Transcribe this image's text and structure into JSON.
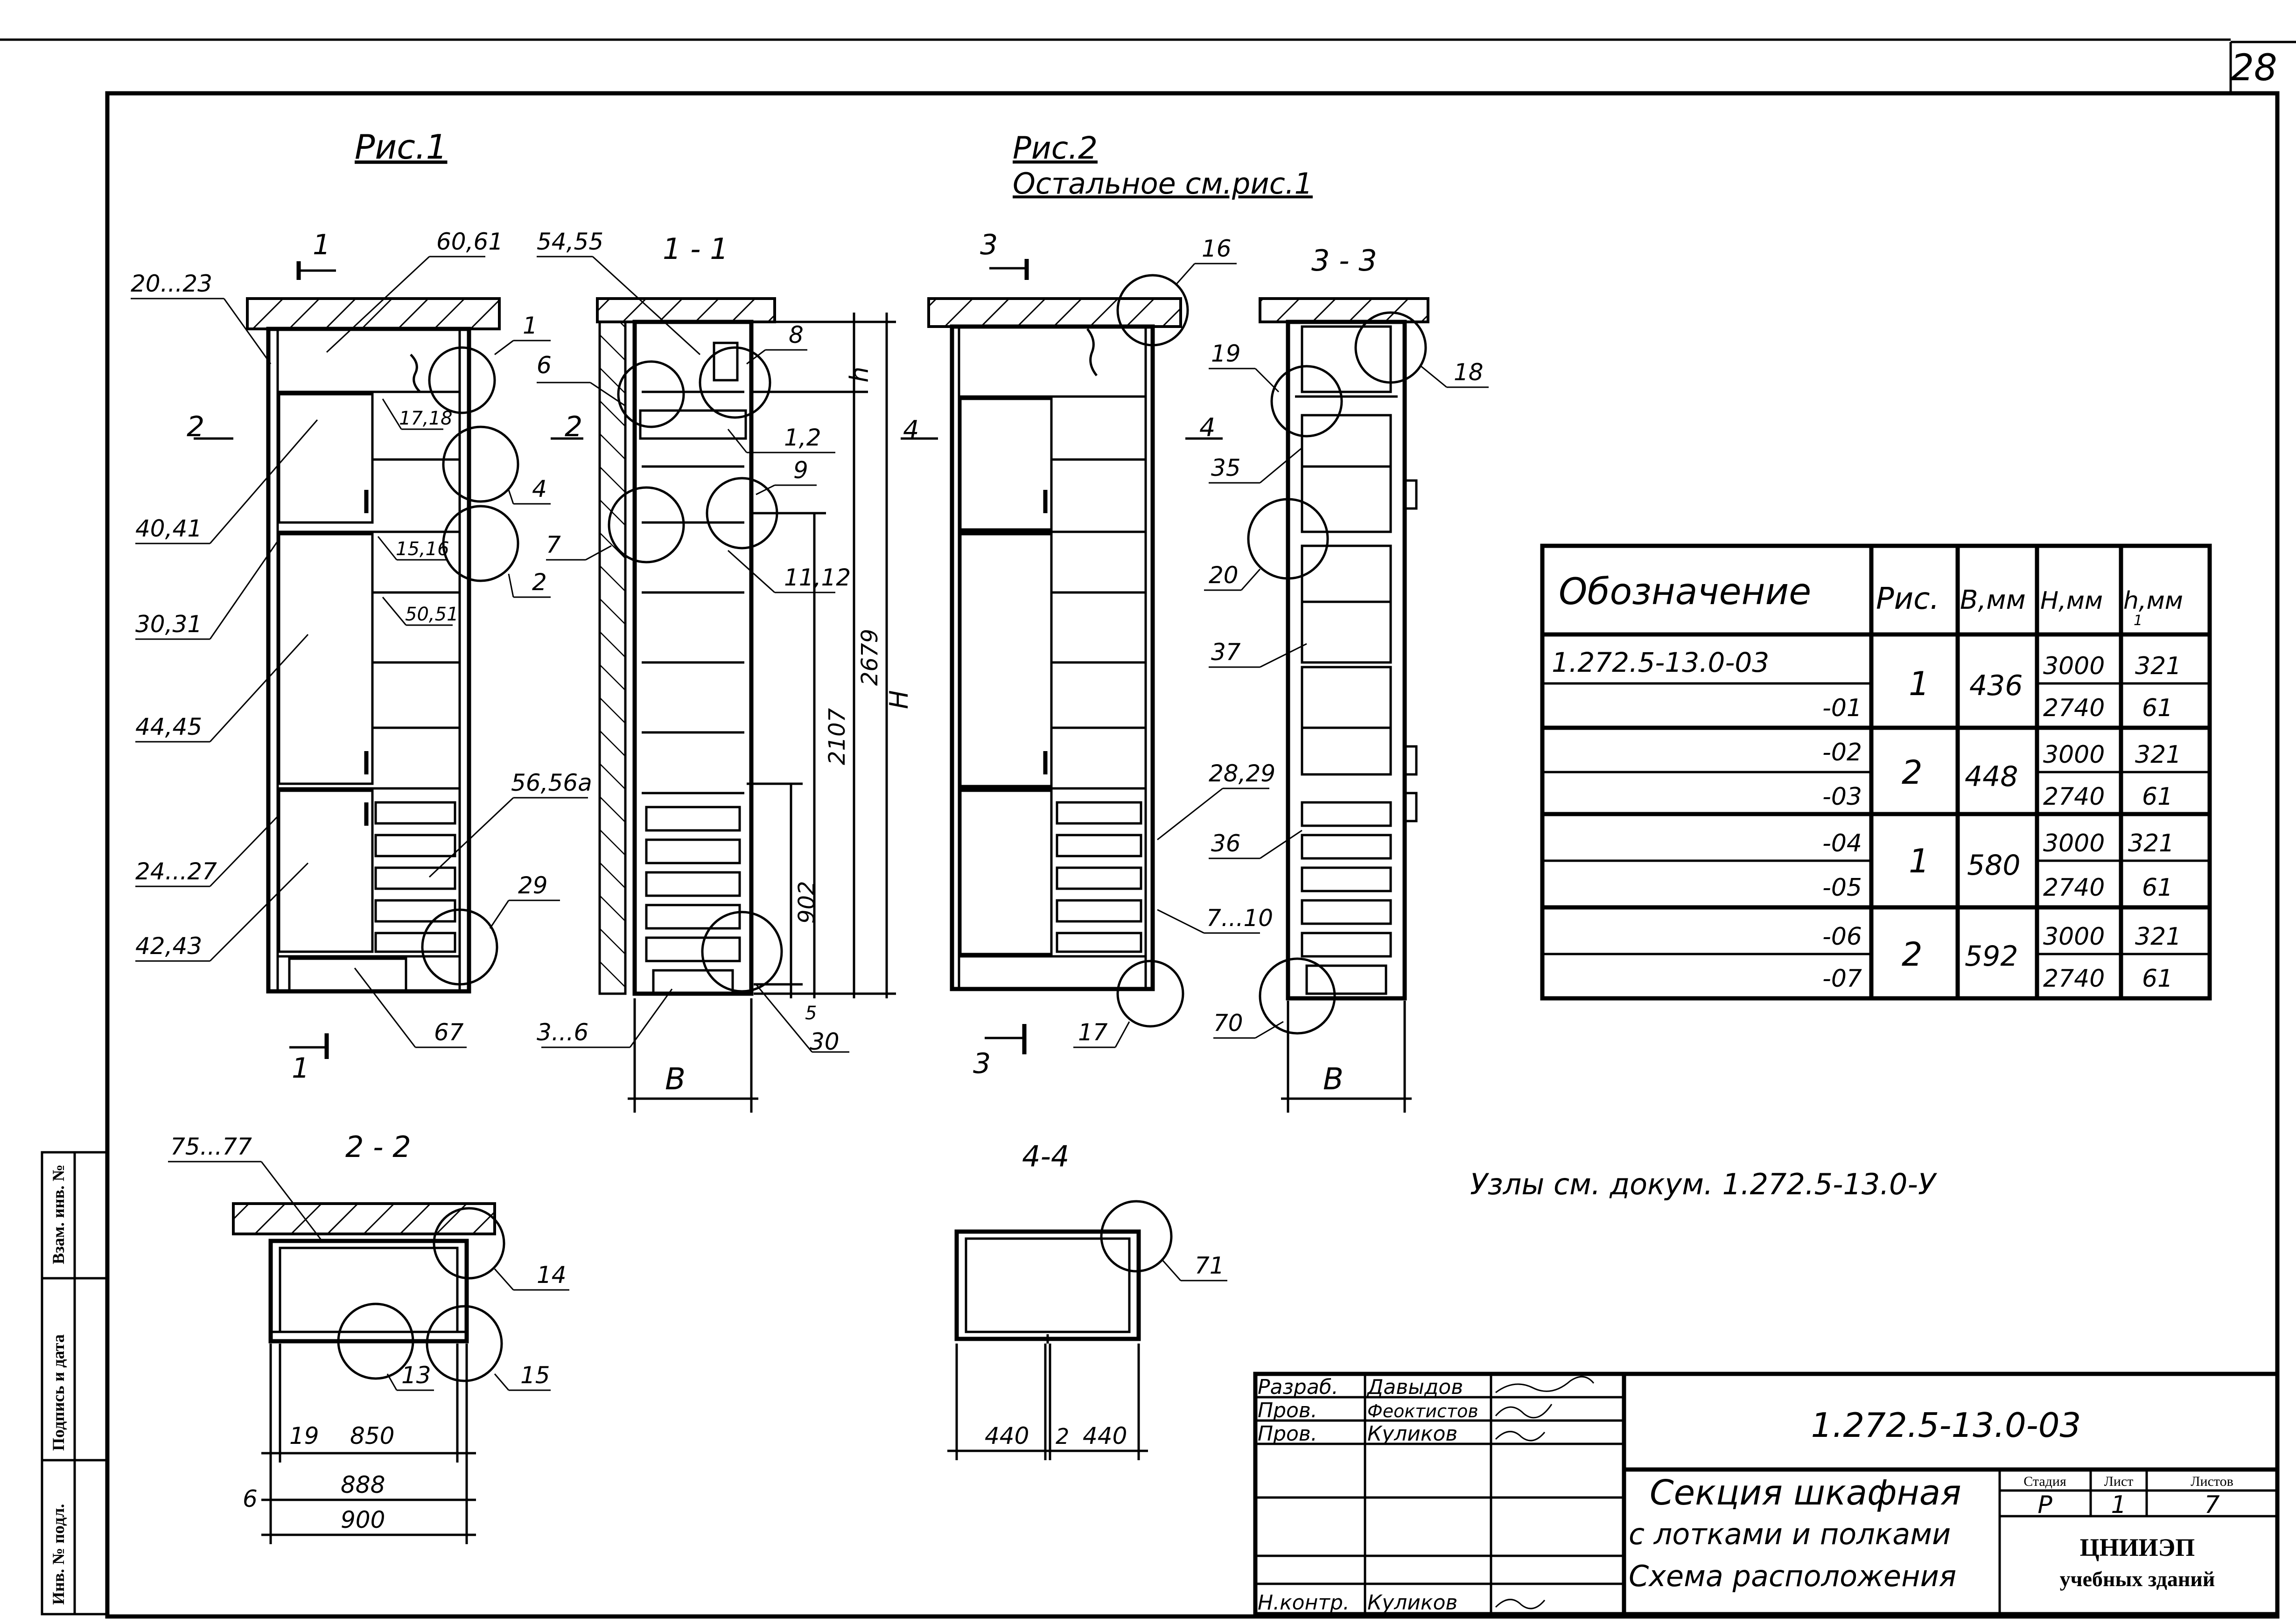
{
  "sheet_number": "28",
  "fig1": {
    "title": "Рис.1",
    "section_labels": [
      "1",
      "1",
      "2",
      "2"
    ],
    "callouts": [
      "60,61",
      "20...23",
      "1",
      "6",
      "4",
      "2",
      "17,18",
      "15,16",
      "50,51",
      "40,41",
      "30,31",
      "44,45",
      "24...27",
      "42,43",
      "56,56а",
      "29",
      "67"
    ]
  },
  "fig2": {
    "title": "Рис.2",
    "subtitle": "Остальное см.рис.1",
    "section_labels": [
      "3",
      "3",
      "4",
      "4"
    ],
    "callouts": [
      "16",
      "17"
    ]
  },
  "section_1_1": {
    "title": "1 - 1",
    "callouts": [
      "54,55",
      "8",
      "6",
      "1,2",
      "9",
      "7",
      "11,12",
      "3...6",
      "30"
    ],
    "dims": [
      "2679",
      "2107",
      "902",
      "H",
      "h",
      "5",
      "B"
    ]
  },
  "section_3_3": {
    "title": "3 - 3",
    "callouts": [
      "18",
      "19",
      "35",
      "20",
      "37",
      "28,29",
      "36",
      "7...10",
      "70"
    ],
    "dims": [
      "B"
    ]
  },
  "section_2_2": {
    "title": "2 - 2",
    "callouts": [
      "75...77",
      "14",
      "13",
      "15"
    ],
    "dims": [
      "19",
      "850",
      "6",
      "888",
      "900"
    ]
  },
  "section_4_4": {
    "title": "4-4",
    "callouts": [
      "71"
    ],
    "dims": [
      "440",
      "2",
      "440"
    ]
  },
  "table": {
    "headers": [
      "Обозначение",
      "Рис.",
      "В,мм",
      "Н,мм",
      "h,мм"
    ],
    "subscript": "1",
    "rows": [
      {
        "code": "1.272.5-13.0-03",
        "H": "3000",
        "h": "321"
      },
      {
        "code": "-01",
        "H": "2740",
        "h": "61"
      },
      {
        "code": "-02",
        "H": "3000",
        "h": "321"
      },
      {
        "code": "-03",
        "H": "2740",
        "h": "61"
      },
      {
        "code": "-04",
        "H": "3000",
        "h": "321"
      },
      {
        "code": "-05",
        "H": "2740",
        "h": "61"
      },
      {
        "code": "-06",
        "H": "3000",
        "h": "321"
      },
      {
        "code": "-07",
        "H": "2740",
        "h": "61"
      }
    ],
    "groups": [
      {
        "fig": "1",
        "B": "436"
      },
      {
        "fig": "2",
        "B": "448"
      },
      {
        "fig": "1",
        "B": "580"
      },
      {
        "fig": "2",
        "B": "592"
      }
    ]
  },
  "nodes_note": "Узлы см. докум. 1.272.5-13.0-У",
  "side_stamp": [
    "Взам. инв. №",
    "Подпись и дата",
    "Инв. № подл."
  ],
  "title_block": {
    "roles": [
      "Разраб.",
      "Пров.",
      "Пров.",
      "Н.контр."
    ],
    "names": [
      "Давыдов",
      "Феоктистов",
      "Куликов",
      "Куликов"
    ],
    "doc_code": "1.272.5-13.0-03",
    "description": [
      "Секция шкафная",
      "с лотками и полками",
      "Схема расположения"
    ],
    "stage_label": "Стадия",
    "sheet_label": "Лист",
    "sheets_label": "Листов",
    "stage": "Р",
    "sheet": "1",
    "sheets": "7",
    "org": [
      "ЦНИИЭП",
      "учебных зданий"
    ]
  }
}
